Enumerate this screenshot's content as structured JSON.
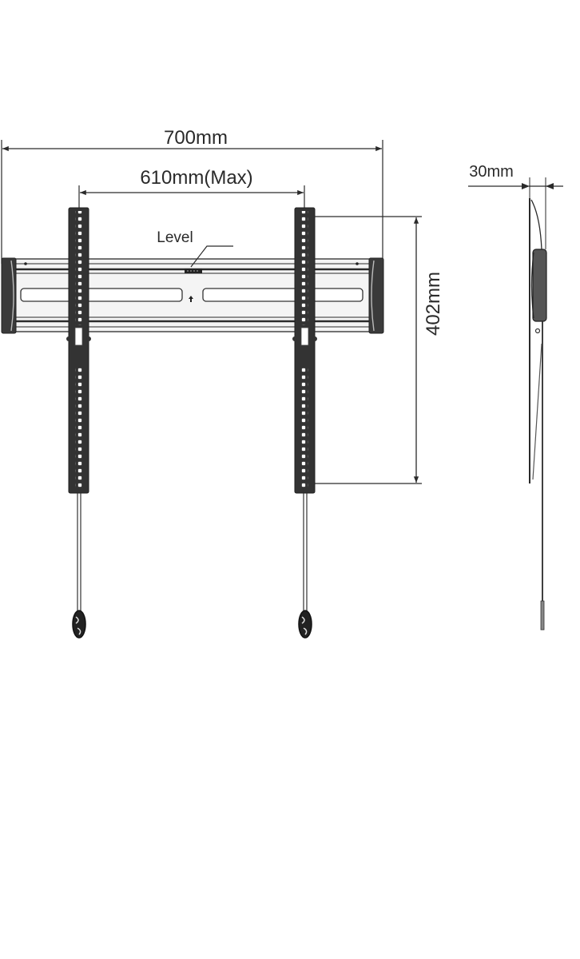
{
  "diagram": {
    "type": "tv-wall-mount-dimension-drawing",
    "front_view": {
      "overall_width_label": "700mm",
      "max_vesa_width_label": "610mm(Max)",
      "arm_height_label": "402mm",
      "level_label": "Level"
    },
    "side_view": {
      "depth_label": "30mm"
    },
    "colors": {
      "line": "#2a2a2a",
      "metal_fill": "#e6e6e6",
      "dark_part": "#333333",
      "background": "#ffffff"
    }
  }
}
